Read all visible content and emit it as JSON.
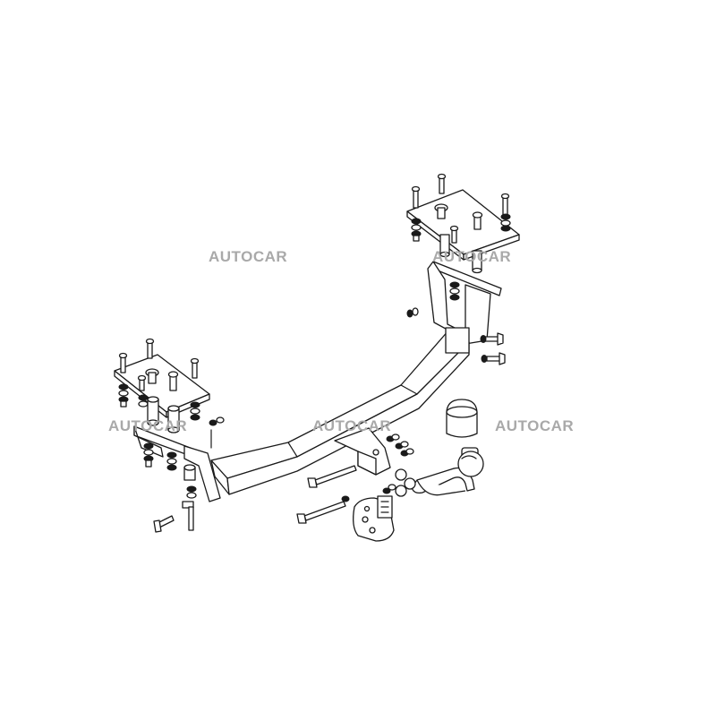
{
  "watermarks": [
    "AUTOCAR",
    "AUTOCAR",
    "AUTOCAR",
    "AUTOCAR",
    "AUTOCAR"
  ]
}
